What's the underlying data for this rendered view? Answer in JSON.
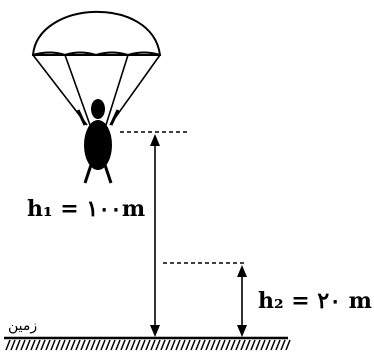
{
  "diagram": {
    "height_label_1": "h₁ = ۱۰۰m",
    "height_label_2": "h₂ = ۲۰ m",
    "ground_label": "زمین"
  }
}
